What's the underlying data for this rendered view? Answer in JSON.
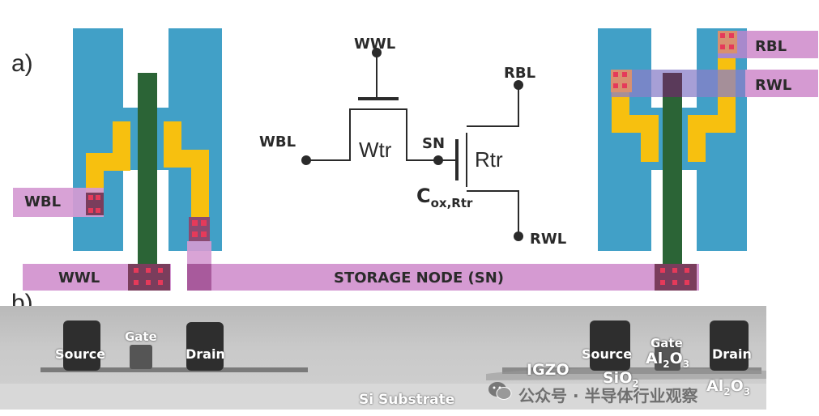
{
  "panel_a_label": "a)",
  "panel_b_label": "b)",
  "left_layout": {
    "wbl_label": "WBL",
    "wwl_label": "WWL",
    "storage_node_label": "STORAGE NODE (SN)"
  },
  "circuit": {
    "wwl": "WWL",
    "wbl": "WBL",
    "wtr": "Wtr",
    "sn": "SN",
    "rtr": "Rtr",
    "cox_main": "C",
    "cox_sub": "ox,Rtr",
    "rbl": "RBL",
    "rwl": "RWL"
  },
  "right_layout": {
    "rbl_label": "RBL",
    "rwl_label": "RWL"
  },
  "micrograph": {
    "source_left": "Source",
    "gate_left": "Gate",
    "drain_left": "Drain",
    "igzo": "IGZO",
    "source_right": "Source",
    "gate_right": "Gate",
    "al2o3_gate": "Al",
    "al2o3_gate_sub2": "2",
    "al2o3_gate_o": "O",
    "al2o3_gate_sub3": "3",
    "drain_right": "Drain",
    "sio2": "SiO",
    "sio2_sub": "2",
    "al2o3_bottom": "Al",
    "al2o3_bottom_sub2": "2",
    "al2o3_bottom_o": "O",
    "al2o3_bottom_sub3": "3",
    "substrate": "Si Substrate"
  },
  "watermark": "公众号 · 半导体行业观察",
  "colors": {
    "blue": "#41a0c7",
    "yellow": "#f7c00f",
    "green": "#2b6436",
    "pink": "#d59ad2",
    "contact": "#7a3d5c"
  }
}
